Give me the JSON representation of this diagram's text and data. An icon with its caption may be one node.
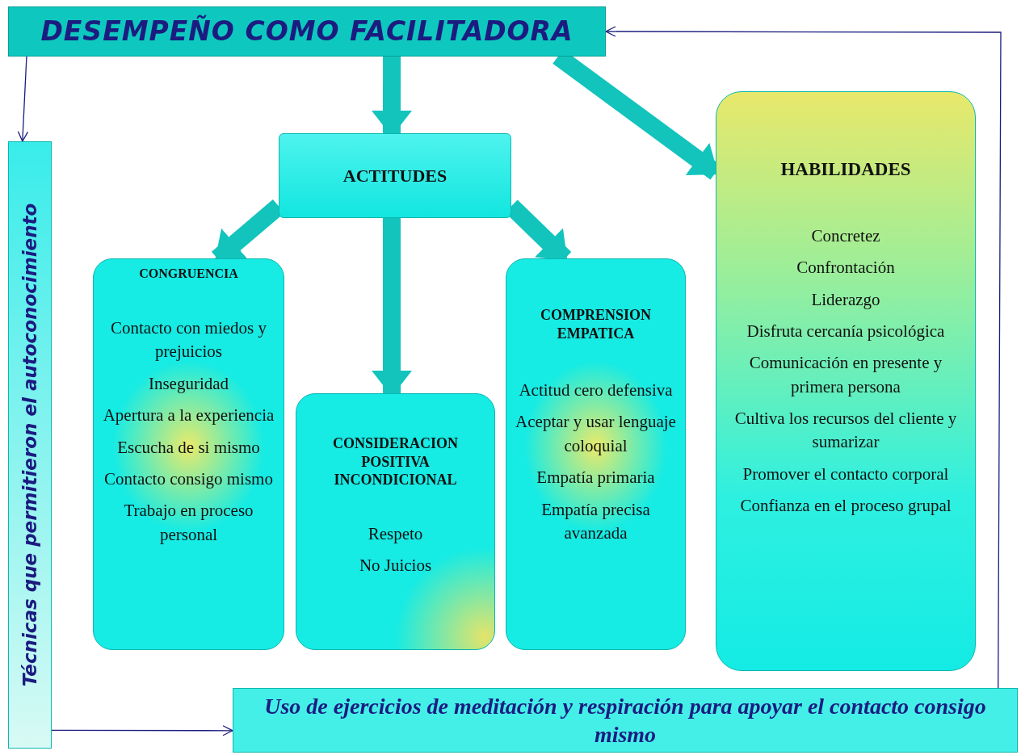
{
  "diagram": {
    "nodes": [
      {
        "text": [
          "DESEMPEÑO COMO FACILITADORA"
        ]
      },
      {
        "text": [
          "ACTITUDES"
        ]
      },
      {
        "text": [
          "HABILIDADES",
          "Concretez",
          "Confrontación",
          "Liderazgo",
          "Disfruta cercanía psicológica",
          "Comunicación en presente y primera persona",
          "Cultiva los recursos del cliente y sumarizar",
          "Promover el contacto corporal",
          "Confianza en el proceso grupal"
        ]
      },
      {
        "text": [
          "CONGRUENCIA",
          "Contacto con miedos y prejuicios",
          "Inseguridad",
          "Apertura a la experiencia",
          "Escucha de si mismo",
          "Contacto consigo mismo",
          "Trabajo en proceso personal"
        ]
      },
      {
        "text": [
          "CONSIDERACION POSITIVA INCONDICIONAL",
          "Respeto",
          "No Juicios"
        ]
      },
      {
        "text": [
          "COMPRENSION EMPATICA",
          "Actitud cero defensiva",
          "Aceptar y usar lenguaje coloquial",
          "Empatía primaria",
          "Empatía precisa avanzada"
        ]
      },
      {
        "text": [
          "Técnicas que permitieron el autoconocimiento"
        ]
      },
      {
        "text": [
          "Uso de ejercicios de meditación y respiración para apoyar el contacto consigo mismo"
        ]
      }
    ],
    "edges": [
      {
        "from": 0,
        "to": 1,
        "arrow": "to"
      },
      {
        "from": 0,
        "to": 2,
        "arrow": "to"
      },
      {
        "from": 1,
        "to": 3,
        "arrow": "to"
      },
      {
        "from": 1,
        "to": 4,
        "arrow": "to"
      },
      {
        "from": 1,
        "to": 5,
        "arrow": "to"
      },
      {
        "from": 0,
        "to": 6,
        "arrow": "to",
        "color": "#1c1c80"
      },
      {
        "from": 6,
        "to": 7,
        "arrow": "to",
        "color": "#1c1c80"
      },
      {
        "from": 7,
        "to": 0,
        "arrow": "to",
        "color": "#1c1c80"
      }
    ]
  }
}
